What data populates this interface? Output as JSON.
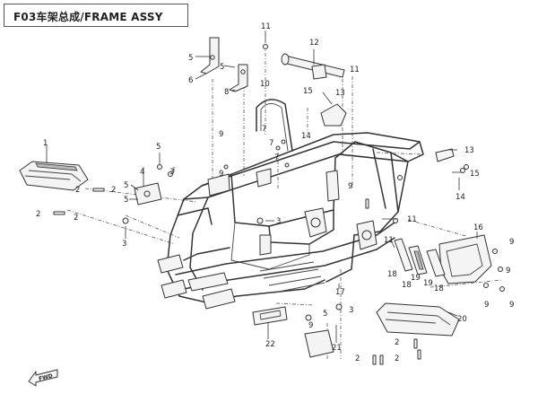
{
  "title": "F03车架总成/FRAME ASSY",
  "fwd_label": "FWD",
  "callouts": {
    "c1": "1",
    "c2a": "2",
    "c2b": "2",
    "c2c": "2",
    "c2d": "2",
    "c2e": "2",
    "c2f": "2",
    "c2g": "2",
    "c3a": "3",
    "c3b": "3",
    "c3c": "3",
    "c3d": "3",
    "c4": "4",
    "c5a": "5",
    "c5b": "5",
    "c5c": "5",
    "c5d": "5",
    "c5e": "5",
    "c6": "6",
    "c7a": "7",
    "c7b": "7",
    "c7c": "7",
    "c8": "8",
    "c9a": "9",
    "c9b": "9",
    "c9c": "9",
    "c9d": "9",
    "c9e": "9",
    "c9f": "9",
    "c9g": "9",
    "c10": "10",
    "c11a": "11",
    "c11b": "11",
    "c12": "12",
    "c13a": "13",
    "c13b": "13",
    "c14a": "14",
    "c14b": "14",
    "c15a": "15",
    "c15b": "15",
    "c16": "16",
    "c17": "17",
    "c18a": "18",
    "c18b": "18",
    "c18c": "18",
    "c19a": "19",
    "c19b": "19",
    "c20": "20",
    "c21": "21",
    "c22": "22"
  }
}
